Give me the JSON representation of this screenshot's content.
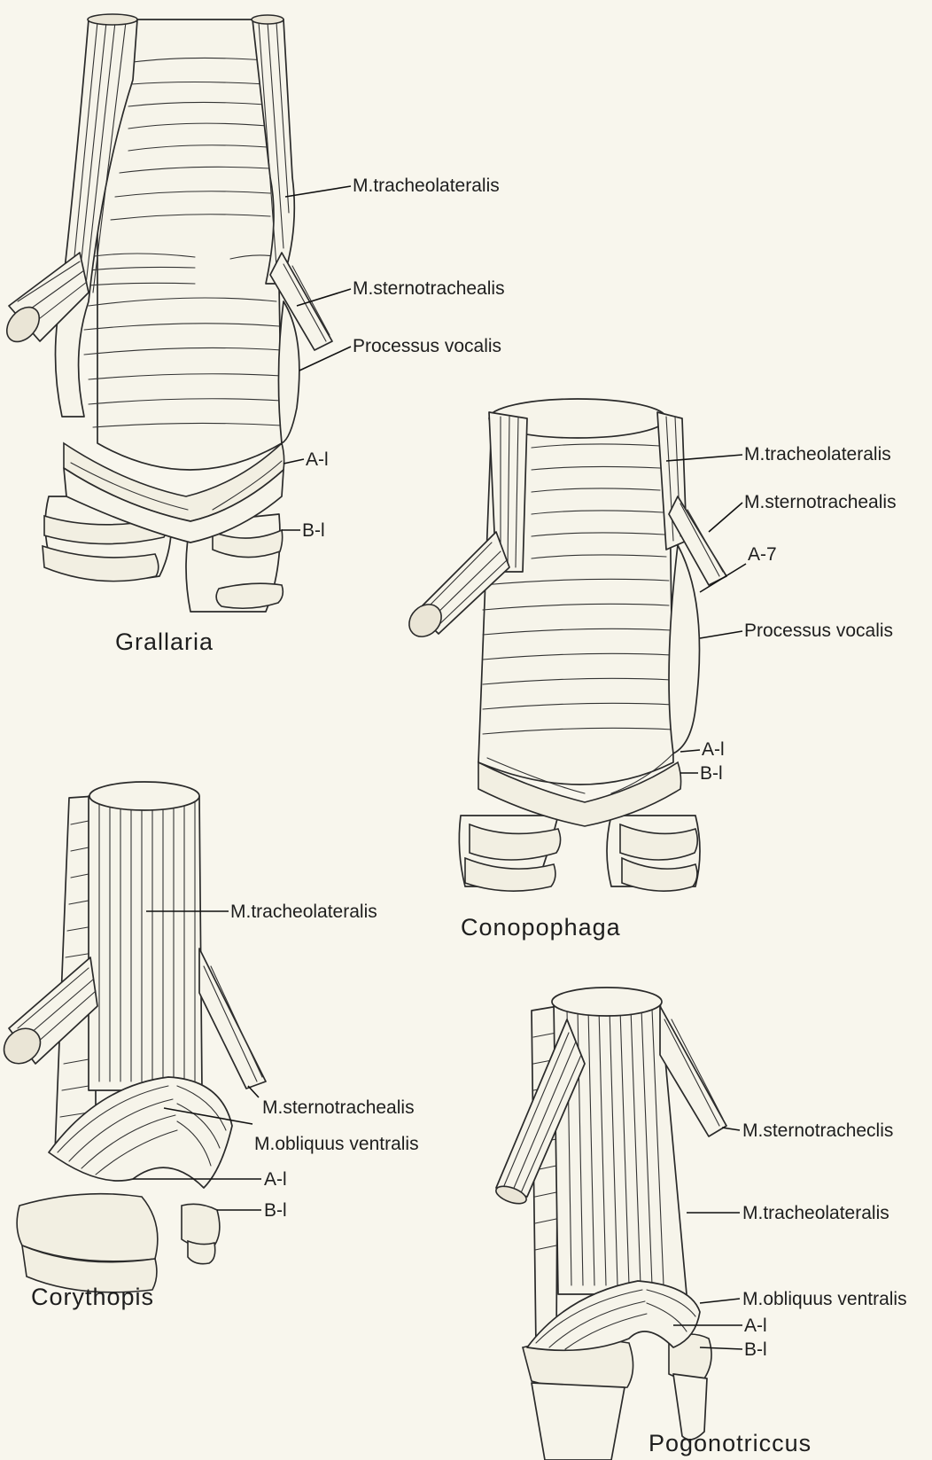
{
  "panels": {
    "grallaria": {
      "genus": "Grallaria",
      "labels": {
        "tracheolateralis": "M.tracheolateralis",
        "sternotrachealis": "M.sternotrachealis",
        "processus": "Processus vocalis",
        "a1": "A-l",
        "b1": "B-l"
      }
    },
    "conopophaga": {
      "genus": "Conopophaga",
      "labels": {
        "tracheolateralis": "M.tracheolateralis",
        "sternotrachealis": "M.sternotrachealis",
        "a7": "A-7",
        "processus": "Processus vocalis",
        "a1": "A-l",
        "b1": "B-l"
      }
    },
    "corythopis": {
      "genus": "Corythopis",
      "labels": {
        "tracheolateralis": "M.tracheolateralis",
        "sternotrachealis": "M.sternotrachealis",
        "obliquus": "M.obliquus ventralis",
        "a1": "A-l",
        "b1": "B-l"
      }
    },
    "pogonotriccus": {
      "genus": "Pogonotriccus",
      "labels": {
        "sternotrachealis": "M.sternotracheclis",
        "tracheolateralis": "M.tracheolateralis",
        "obliquus": "M.obliquus ventralis",
        "a1": "A-l",
        "b1": "B-l"
      }
    }
  }
}
